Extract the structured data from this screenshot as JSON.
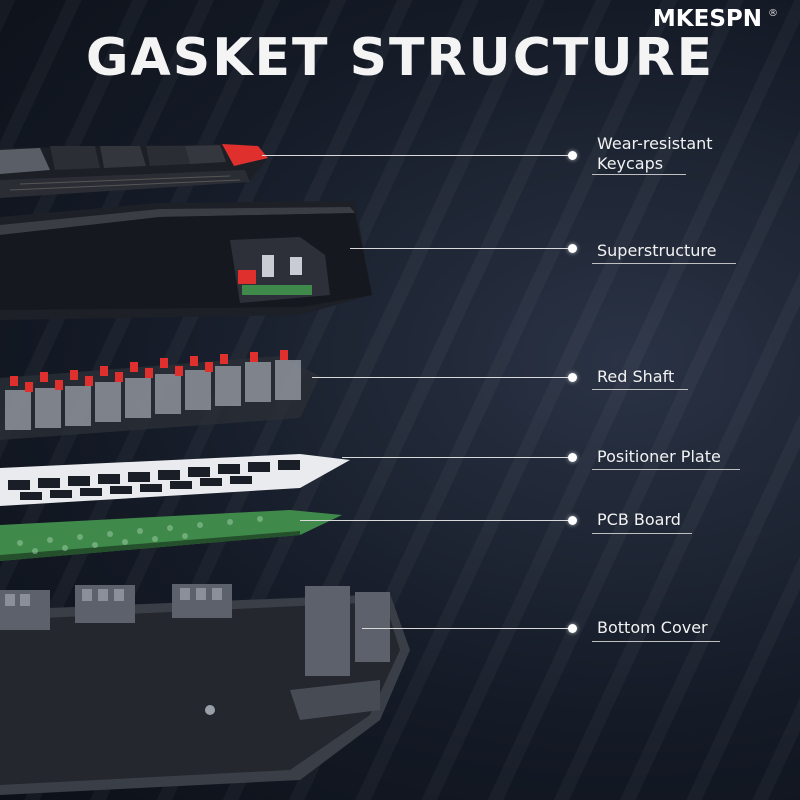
{
  "title": "GASKET STRUCTURE",
  "brand": {
    "name": "MKESPN",
    "mark": "®"
  },
  "colors": {
    "background": "#151b27",
    "accent_red": "#e0302e",
    "pcb_green": "#3f8a4a",
    "text": "#f2f2f2"
  },
  "labels": [
    {
      "line1": "Wear-resistant",
      "line2": "Keycaps"
    },
    {
      "line1": "Superstructure"
    },
    {
      "line1": "Red Shaft"
    },
    {
      "line1": "Positioner Plate"
    },
    {
      "line1": "PCB Board"
    },
    {
      "line1": "Bottom Cover"
    }
  ]
}
